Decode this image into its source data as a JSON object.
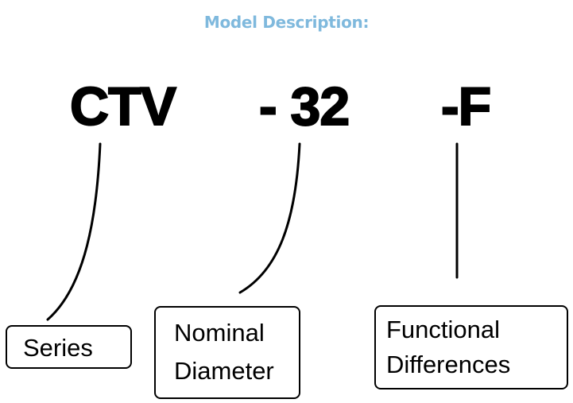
{
  "title": "Model Description:",
  "model_code": {
    "series": "CTV",
    "diameter": "- 32",
    "function": "-F"
  },
  "labels": {
    "series": [
      "Series"
    ],
    "diameter": [
      "Nominal",
      "Diameter"
    ],
    "function": [
      "Functional",
      "Differences"
    ]
  }
}
